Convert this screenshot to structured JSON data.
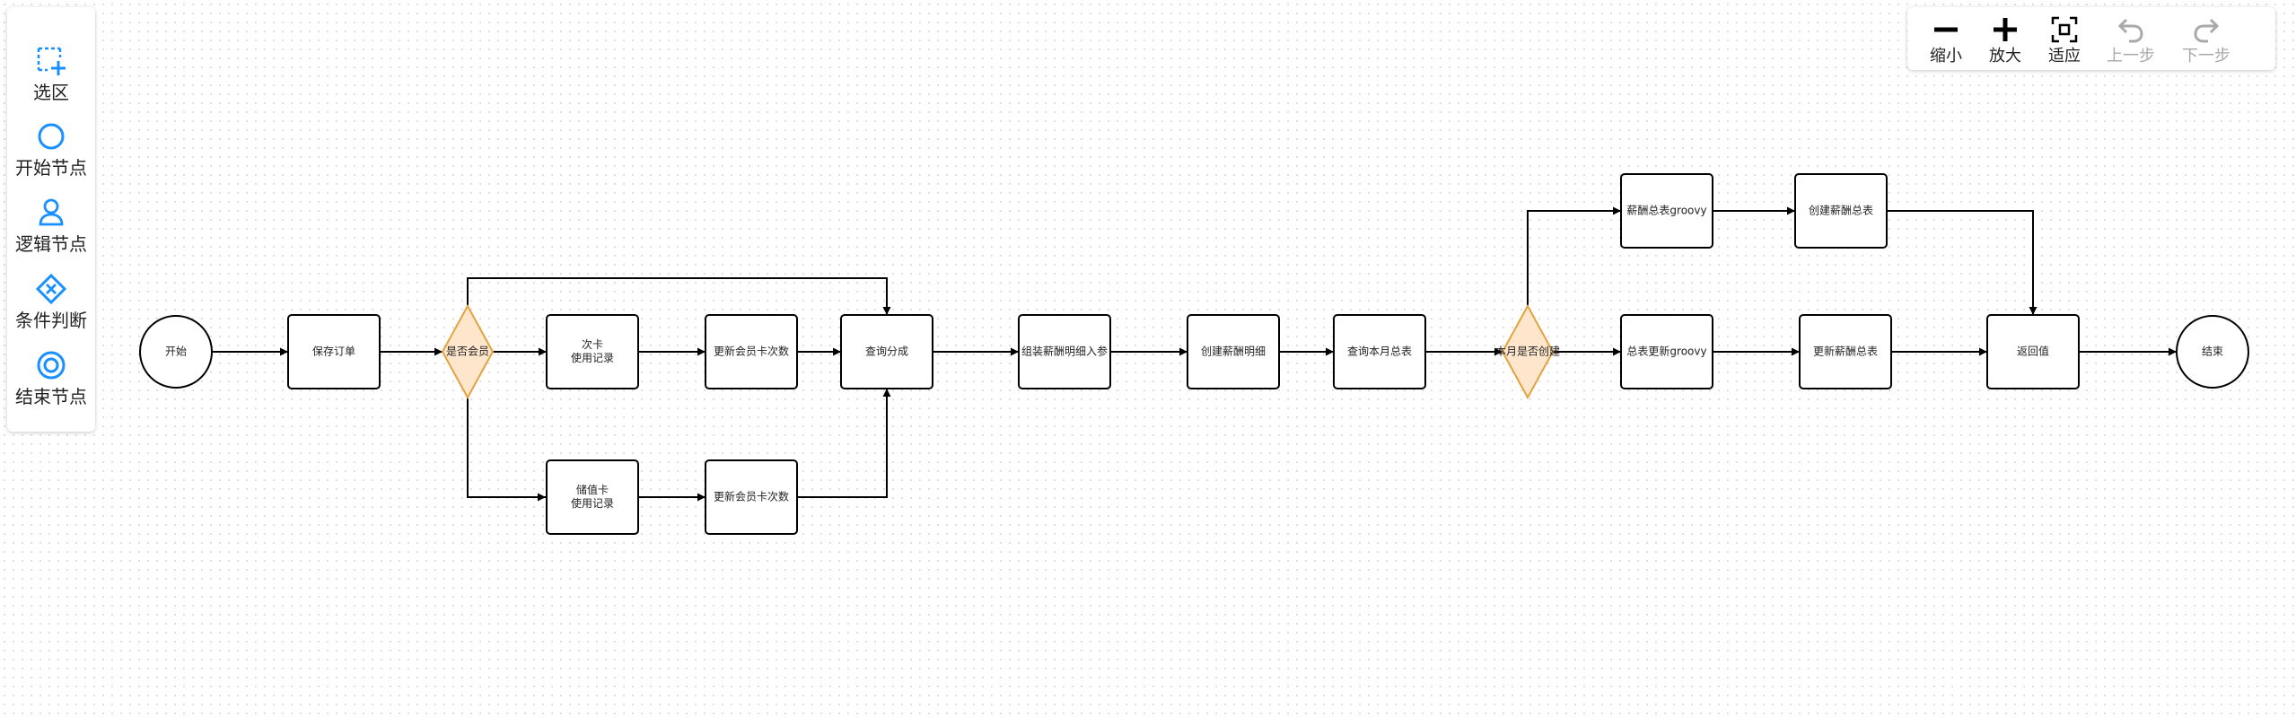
{
  "colors": {
    "accent": "#1890ff",
    "stroke": "#000000",
    "decision_fill": "#fde6cc",
    "decision_stroke": "#e2a33f",
    "disabled": "#a9a9a9"
  },
  "palette": {
    "items": [
      {
        "label": "选区",
        "icon": "selection-icon"
      },
      {
        "label": "开始节点",
        "icon": "circle-icon"
      },
      {
        "label": "逻辑节点",
        "icon": "user-icon"
      },
      {
        "label": "条件判断",
        "icon": "diamond-x-icon"
      },
      {
        "label": "结束节点",
        "icon": "double-circle-icon"
      }
    ]
  },
  "toolbar": {
    "zoom_out": "缩小",
    "zoom_in": "放大",
    "fit": "适应",
    "undo": "上一步",
    "redo": "下一步"
  },
  "flow": {
    "nodes": [
      {
        "id": "start",
        "type": "start",
        "text": [
          "开始"
        ]
      },
      {
        "id": "save",
        "type": "task",
        "text": [
          "保存订单"
        ]
      },
      {
        "id": "isMember",
        "type": "decision",
        "text": [
          "是否会员"
        ]
      },
      {
        "id": "cardUse",
        "type": "task",
        "text": [
          "次卡",
          "使用记录"
        ]
      },
      {
        "id": "updCount1",
        "type": "task",
        "text": [
          "更新会员卡次数"
        ]
      },
      {
        "id": "storedUse",
        "type": "task",
        "text": [
          "储值卡",
          "使用记录"
        ]
      },
      {
        "id": "updCount2",
        "type": "task",
        "text": [
          "更新会员卡次数"
        ]
      },
      {
        "id": "query",
        "type": "task",
        "text": [
          "查询分成"
        ]
      },
      {
        "id": "assemble",
        "type": "task",
        "text": [
          "组装薪酬明细入参"
        ]
      },
      {
        "id": "createDetail",
        "type": "task",
        "text": [
          "创建薪酬明细"
        ]
      },
      {
        "id": "queryMonth",
        "type": "task",
        "text": [
          "查询本月总表"
        ]
      },
      {
        "id": "monthCreated",
        "type": "decision",
        "text": [
          "本月是否创建"
        ]
      },
      {
        "id": "groovy1",
        "type": "task",
        "text": [
          "薪酬总表groovy"
        ]
      },
      {
        "id": "createTotal",
        "type": "task",
        "text": [
          "创建薪酬总表"
        ]
      },
      {
        "id": "groovy2",
        "type": "task",
        "text": [
          "总表更新groovy"
        ]
      },
      {
        "id": "updTotal",
        "type": "task",
        "text": [
          "更新薪酬总表"
        ]
      },
      {
        "id": "ret",
        "type": "task",
        "text": [
          "返回值"
        ]
      },
      {
        "id": "end",
        "type": "end",
        "text": [
          "结束"
        ]
      }
    ],
    "edges": [
      {
        "from": "start",
        "to": "save"
      },
      {
        "from": "save",
        "to": "isMember"
      },
      {
        "from": "isMember",
        "to": "cardUse"
      },
      {
        "from": "cardUse",
        "to": "updCount1"
      },
      {
        "from": "updCount1",
        "to": "query"
      },
      {
        "from": "isMember",
        "to": "query"
      },
      {
        "from": "isMember",
        "to": "storedUse"
      },
      {
        "from": "storedUse",
        "to": "updCount2"
      },
      {
        "from": "updCount2",
        "to": "query"
      },
      {
        "from": "query",
        "to": "assemble"
      },
      {
        "from": "assemble",
        "to": "createDetail"
      },
      {
        "from": "createDetail",
        "to": "queryMonth"
      },
      {
        "from": "queryMonth",
        "to": "monthCreated"
      },
      {
        "from": "monthCreated",
        "to": "groovy1"
      },
      {
        "from": "groovy1",
        "to": "createTotal"
      },
      {
        "from": "createTotal",
        "to": "ret"
      },
      {
        "from": "monthCreated",
        "to": "groovy2"
      },
      {
        "from": "groovy2",
        "to": "updTotal"
      },
      {
        "from": "updTotal",
        "to": "ret"
      },
      {
        "from": "ret",
        "to": "end"
      }
    ]
  }
}
